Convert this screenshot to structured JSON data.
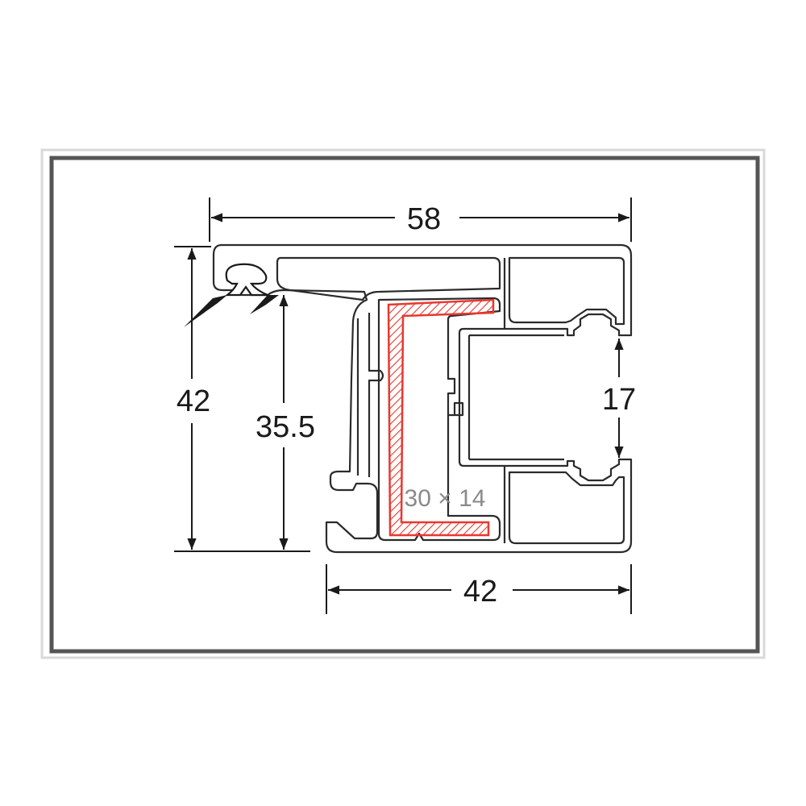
{
  "diagram": {
    "dimensions": {
      "overall_width": "58",
      "frame_width": "42",
      "overall_height": "42",
      "glass_height": "35.5",
      "groove": "17"
    },
    "reinforcement_label": "30 × 14",
    "colors": {
      "profile_stroke": "#2b2b2b",
      "reinforcement": "#e8382f",
      "frame_border": "#555555",
      "label_gray": "#8a8a8a"
    }
  }
}
